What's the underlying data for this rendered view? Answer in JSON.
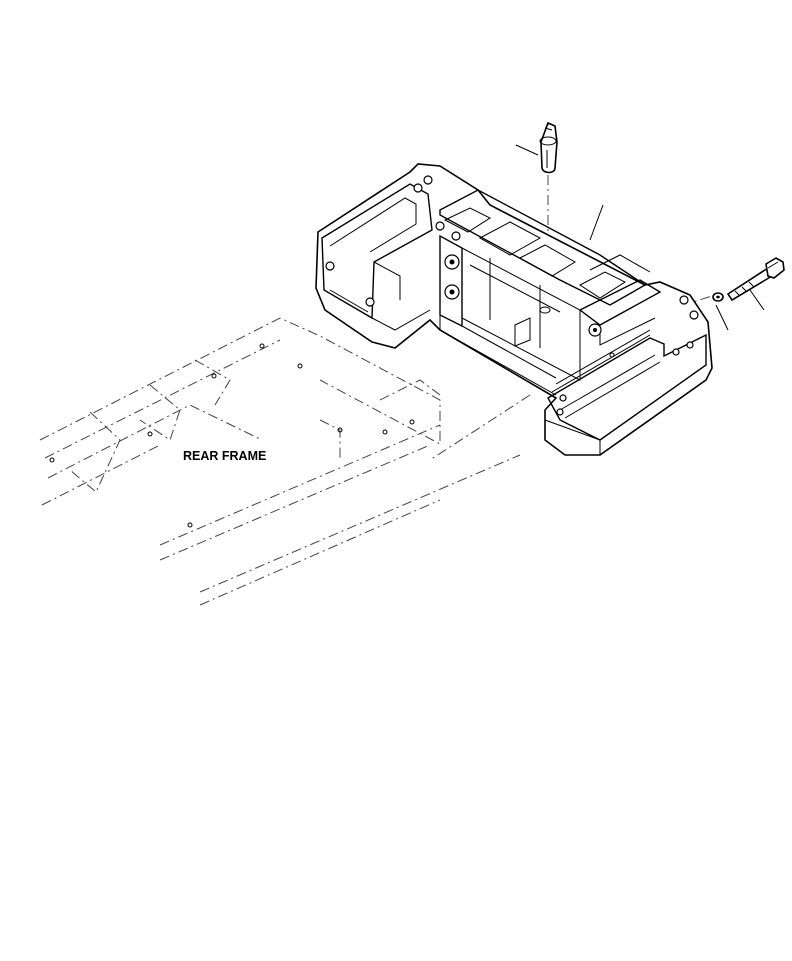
{
  "diagram": {
    "labels": {
      "rear_frame": "REAR FRAME"
    },
    "colors": {
      "line": "#000000",
      "background": "#ffffff"
    },
    "parts": [
      "counterweight",
      "pin",
      "washer",
      "bolt",
      "rear-frame"
    ]
  }
}
